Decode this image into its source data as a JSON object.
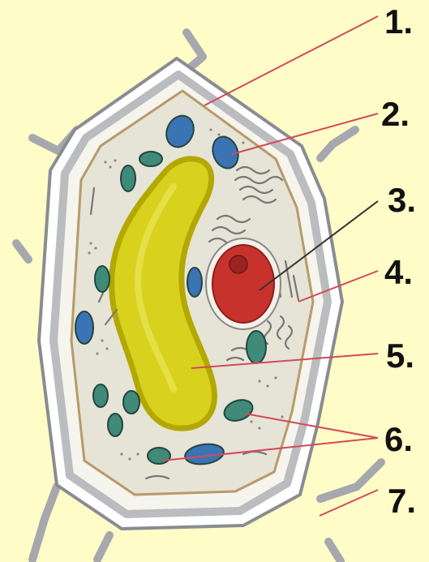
{
  "labels": [
    {
      "id": "1",
      "text": "1."
    },
    {
      "id": "2",
      "text": "2."
    },
    {
      "id": "3",
      "text": "3."
    },
    {
      "id": "4",
      "text": "4."
    },
    {
      "id": "5",
      "text": "5."
    },
    {
      "id": "6",
      "text": "6."
    },
    {
      "id": "7",
      "text": "7."
    }
  ],
  "colors": {
    "background": "#fffcc8",
    "cell_wall": "#c9c9cc",
    "cell_wall_edge": "#7d7f86",
    "cytoplasm": "#e6e4d6",
    "membrane": "#b89a6a",
    "vacuole": "#d8d21e",
    "vacuole_edge": "#b3a800",
    "nucleus": "#c8322c",
    "chloroplast_green": "#3f8a78",
    "chloroplast_blue": "#3b74b5",
    "pointer_red": "#d24a5a",
    "pointer_dark": "#333333"
  }
}
